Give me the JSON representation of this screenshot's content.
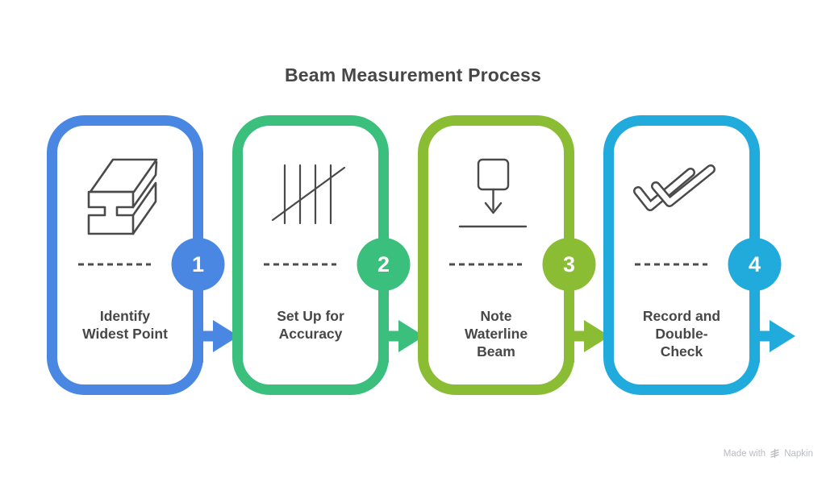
{
  "title": "Beam Measurement Process",
  "colors": {
    "ink": "#474747",
    "icon_stroke": "#4a4a4a",
    "watermark": "#b9bcc0",
    "background": "#ffffff"
  },
  "steps": [
    {
      "number": "1",
      "color": "#4a87e2",
      "label_lines": [
        "Identify",
        "Widest Point"
      ],
      "icon": "i-beam-icon"
    },
    {
      "number": "2",
      "color": "#3ac07c",
      "label_lines": [
        "Set Up for",
        "Accuracy"
      ],
      "icon": "tally-marks-icon"
    },
    {
      "number": "3",
      "color": "#8bbd34",
      "label_lines": [
        "Note",
        "Waterline",
        "Beam"
      ],
      "icon": "waterline-gauge-icon"
    },
    {
      "number": "4",
      "color": "#21abdc",
      "label_lines": [
        "Record and",
        "Double-",
        "Check"
      ],
      "icon": "double-check-icon"
    }
  ],
  "watermark": {
    "prefix": "Made with",
    "brand": "Napkin"
  }
}
